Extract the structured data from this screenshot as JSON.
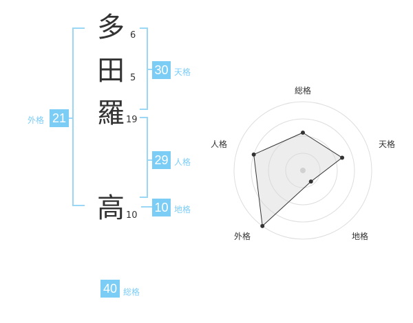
{
  "name": {
    "chars": [
      {
        "char": "多",
        "strokes": "6"
      },
      {
        "char": "田",
        "strokes": "5"
      },
      {
        "char": "羅",
        "strokes": "19"
      },
      {
        "char": "高",
        "strokes": "10"
      }
    ]
  },
  "scores": {
    "tenkaku": {
      "value": "30",
      "label": "天格"
    },
    "jinkaku": {
      "value": "29",
      "label": "人格"
    },
    "chikaku": {
      "value": "10",
      "label": "地格"
    },
    "gaikaku": {
      "value": "21",
      "label": "外格"
    },
    "soukaku": {
      "value": "40",
      "label": "総格"
    }
  },
  "chart_data": {
    "type": "radar",
    "categories": [
      "総格",
      "天格",
      "地格",
      "外格",
      "人格"
    ],
    "values": [
      0.55,
      0.6,
      0.2,
      1.0,
      0.75
    ],
    "range": [
      0,
      1
    ],
    "rings": 4,
    "grid": true
  }
}
